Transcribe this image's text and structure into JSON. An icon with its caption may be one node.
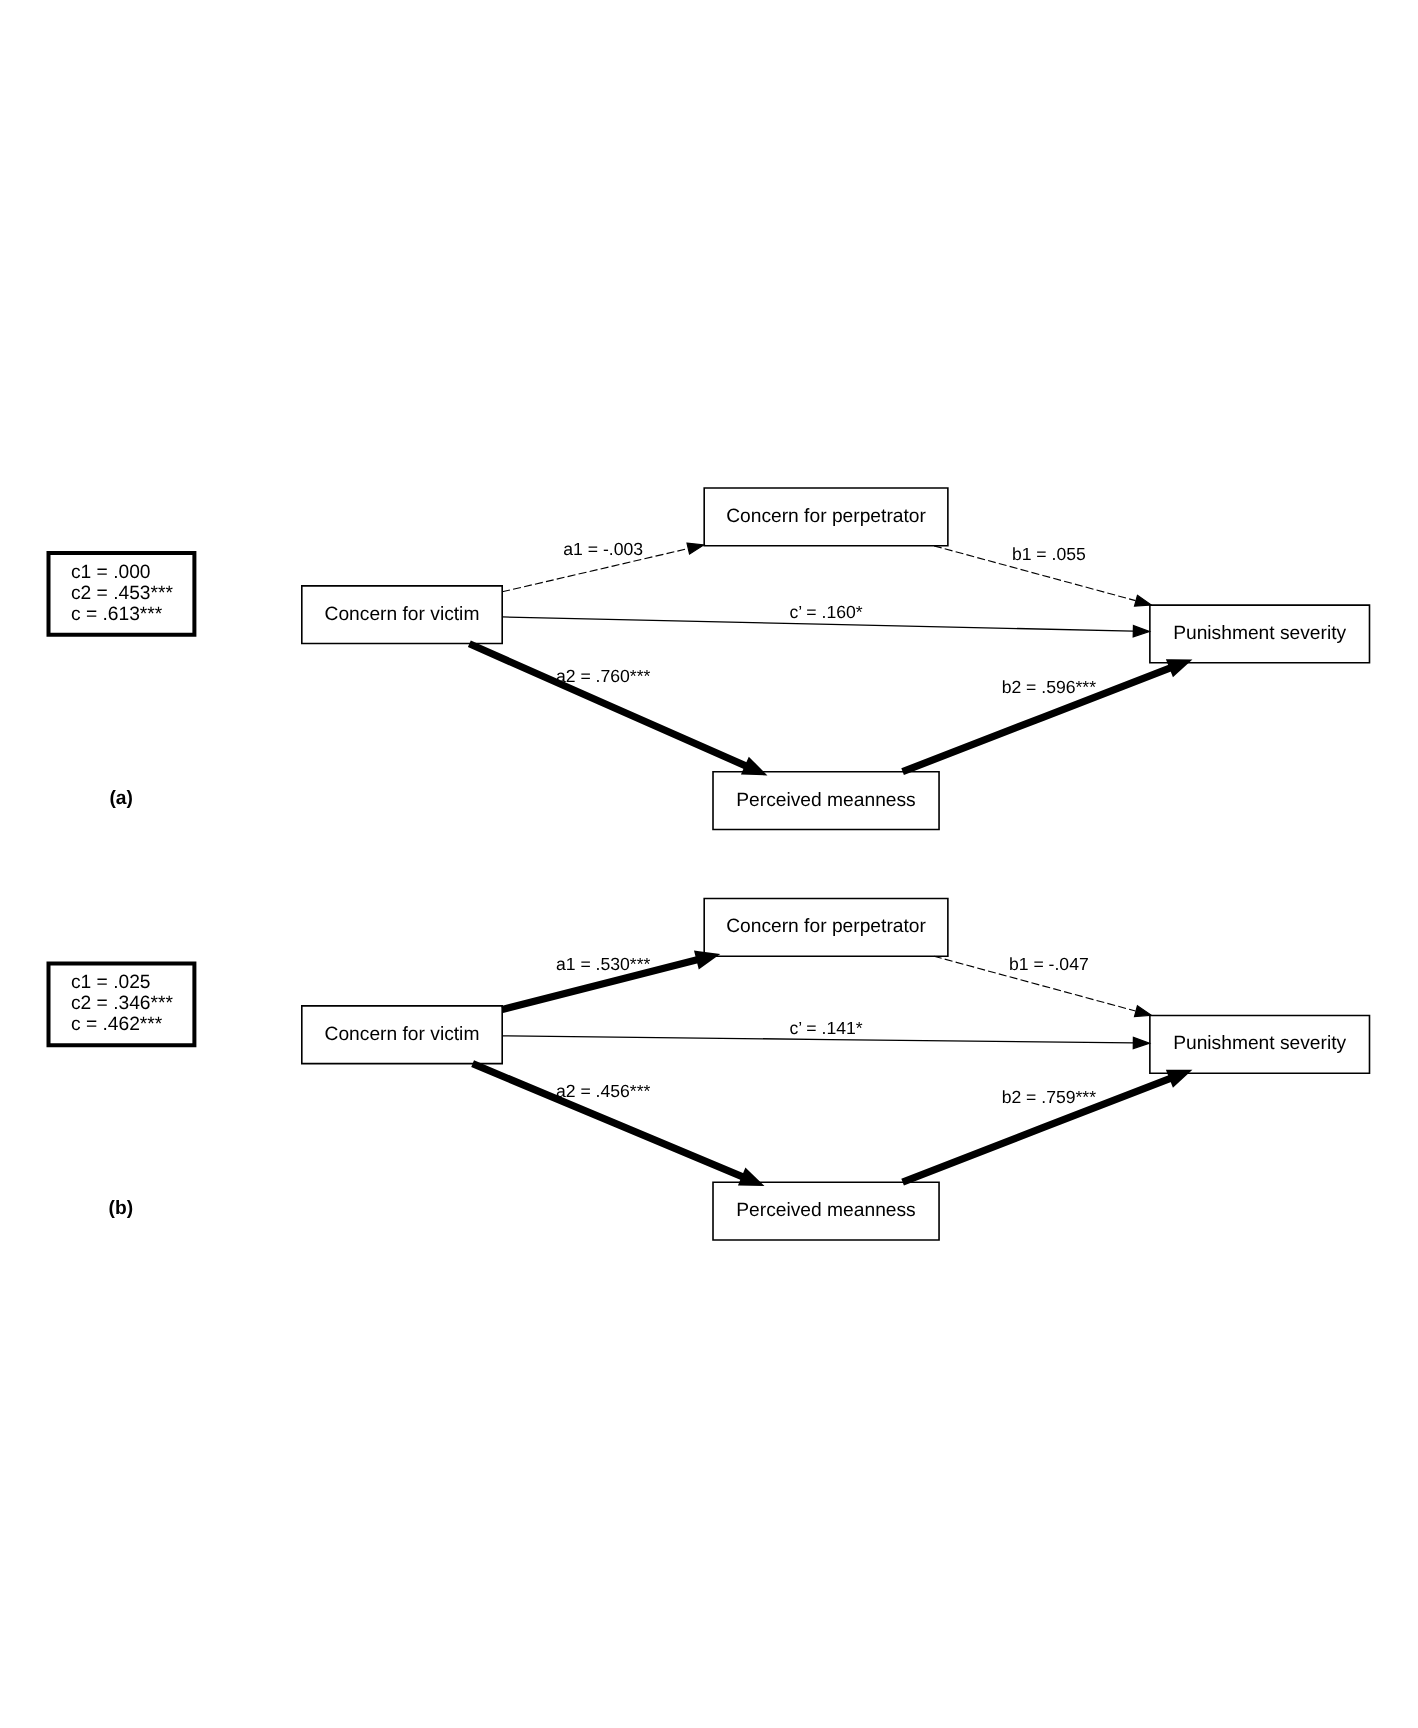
{
  "diagram": {
    "nodes": [
      {
        "text": [
          "c1 = .000",
          "c2 = .453***",
          "c = .613***"
        ]
      },
      {
        "text": [
          "Concern for victim"
        ]
      },
      {
        "text": [
          "Concern for perpetrator"
        ]
      },
      {
        "text": [
          "Punishment severity"
        ]
      },
      {
        "text": [
          "Perceived meanness"
        ]
      },
      {
        "text": [
          "c1 = .025",
          "c2 = .346***",
          "c = .462***"
        ]
      },
      {
        "text": [
          "Concern for victim"
        ]
      },
      {
        "text": [
          "Concern for perpetrator"
        ]
      },
      {
        "text": [
          "Punishment severity"
        ]
      },
      {
        "text": [
          "Perceived meanness"
        ]
      }
    ],
    "edges": [
      {
        "from": 1,
        "to": 2,
        "arrow": "to",
        "label": "a1 = -.003",
        "style": "dashed"
      },
      {
        "from": 2,
        "to": 3,
        "arrow": "to",
        "label": "b1 = .055",
        "style": "dashed"
      },
      {
        "from": 1,
        "to": 3,
        "arrow": "to",
        "label": "c’ = .160*"
      },
      {
        "from": 1,
        "to": 4,
        "arrow": "to",
        "label": "a2 = .760***",
        "style": "thick"
      },
      {
        "from": 4,
        "to": 3,
        "arrow": "to",
        "label": "b2 = .596***",
        "style": "thick"
      },
      {
        "from": 6,
        "to": 7,
        "arrow": "to",
        "label": "a1 = .530***",
        "style": "thick"
      },
      {
        "from": 7,
        "to": 8,
        "arrow": "to",
        "label": "b1 = -.047",
        "style": "dashed"
      },
      {
        "from": 6,
        "to": 8,
        "arrow": "to",
        "label": "c’ = .141*"
      },
      {
        "from": 6,
        "to": 9,
        "arrow": "to",
        "label": "a2 = .456***",
        "style": "thick"
      },
      {
        "from": 9,
        "to": 8,
        "arrow": "to",
        "label": "b2 = .759***",
        "style": "thick"
      }
    ],
    "labels": [
      "(a)",
      "(b)"
    ]
  }
}
